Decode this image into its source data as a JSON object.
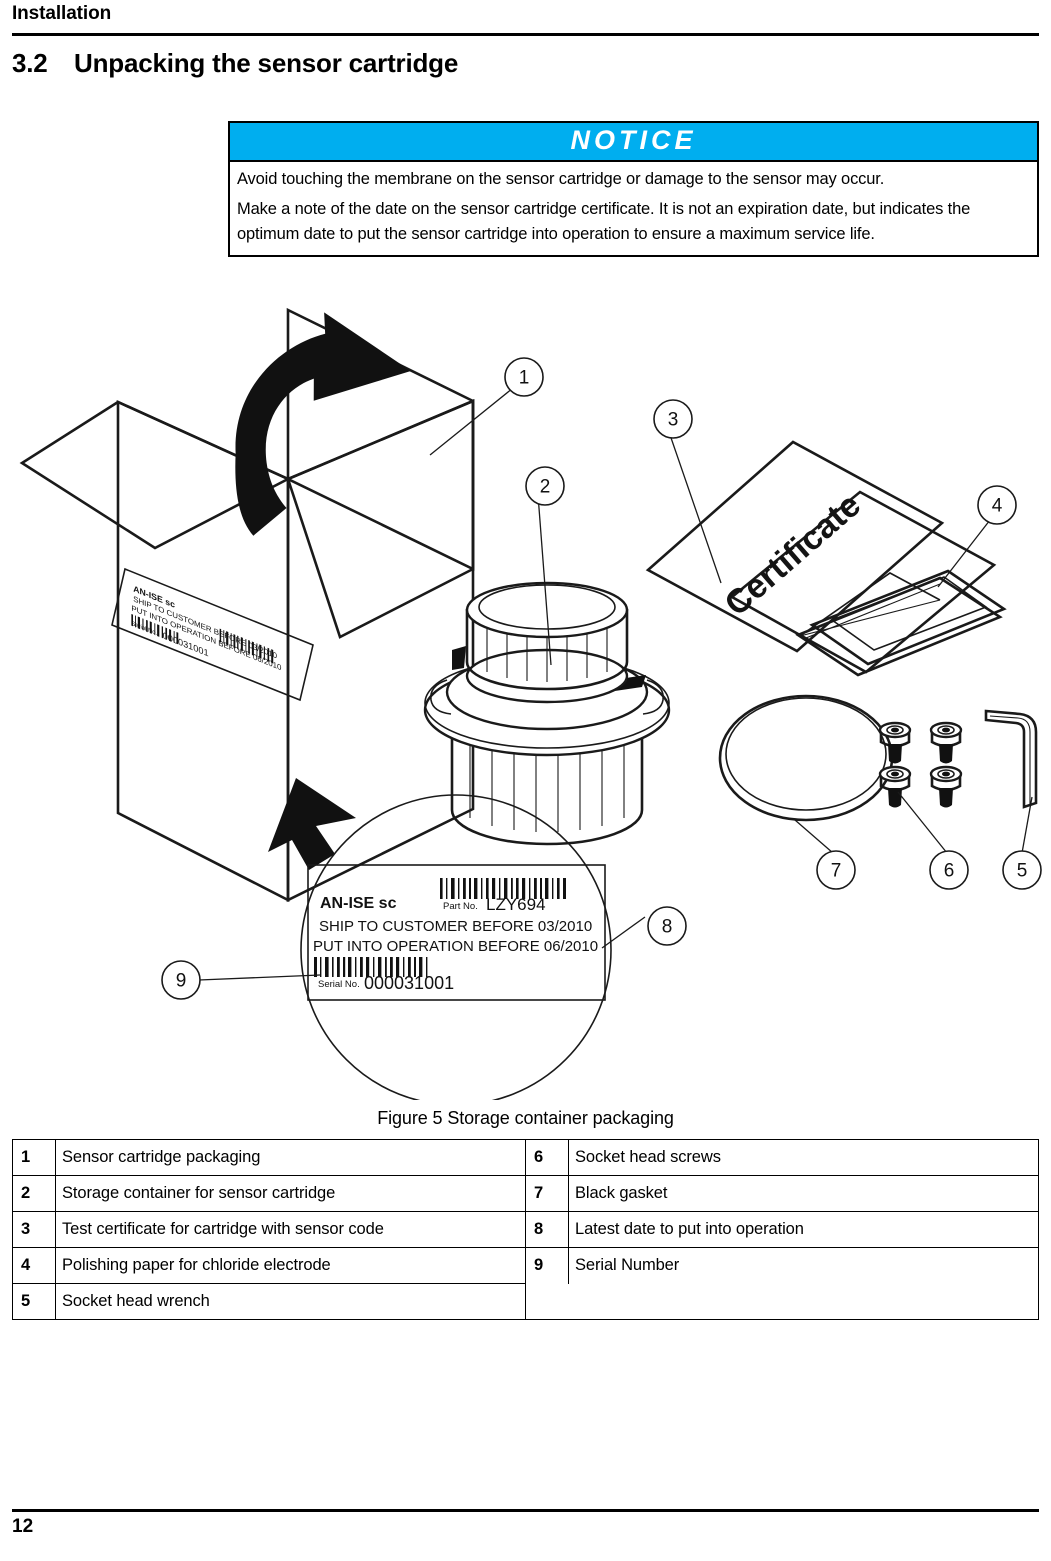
{
  "header": {
    "running_head": "Installation"
  },
  "section": {
    "number": "3.2",
    "title": "Unpacking the sensor cartridge"
  },
  "notice": {
    "banner_label": "NOTICE",
    "paragraphs": [
      "Avoid touching the membrane on the sensor cartridge or damage to the sensor may occur.",
      "Make a note of the date on the sensor cartridge certificate. It is not an expiration date, but indicates the optimum date to put the sensor cartridge into operation to ensure a maximum service life."
    ],
    "banner_color": "#00AEEF",
    "banner_text_color": "#FFFFFF"
  },
  "figure": {
    "caption": "Figure 5 Storage container packaging",
    "callouts": [
      "1",
      "2",
      "3",
      "4",
      "5",
      "6",
      "7",
      "8",
      "9"
    ],
    "certificate_label": "Certificate",
    "product_label": {
      "model": "AN-ISE sc",
      "part_no_caption": "Part No.",
      "part_no": "LZY694",
      "ship_before": "SHIP TO CUSTOMER BEFORE 03/2010",
      "operation_before": "PUT INTO OPERATION BEFORE 06/2010",
      "serial_caption": "Serial No.",
      "serial_no": "000031001"
    }
  },
  "legend": {
    "left_column": [
      {
        "num": "1",
        "text": "Sensor cartridge packaging"
      },
      {
        "num": "2",
        "text": "Storage container for sensor cartridge"
      },
      {
        "num": "3",
        "text": "Test certificate for cartridge with sensor code"
      },
      {
        "num": "4",
        "text": "Polishing paper for chloride electrode"
      },
      {
        "num": "5",
        "text": "Socket head wrench"
      }
    ],
    "right_column": [
      {
        "num": "6",
        "text": "Socket head screws"
      },
      {
        "num": "7",
        "text": "Black gasket"
      },
      {
        "num": "8",
        "text": "Latest date to put into operation"
      },
      {
        "num": "9",
        "text": "Serial Number"
      }
    ]
  },
  "footer": {
    "page_number": "12"
  }
}
